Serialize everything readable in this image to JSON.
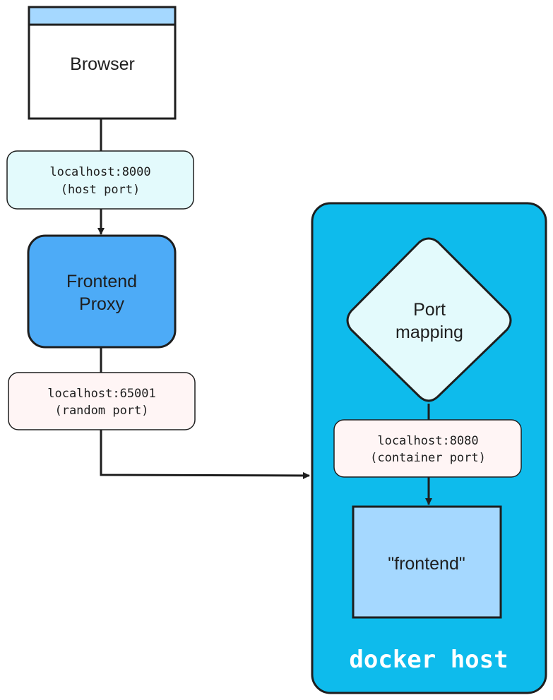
{
  "colors": {
    "stroke": "#1e1e1e",
    "browser_titlebar": "#a5d8ff",
    "frontend_proxy_fill": "#4dabf7",
    "docker_host_fill": "#0ebbec",
    "host_port_label_fill": "#e3fafc",
    "random_port_label_fill": "#fff5f5",
    "port_mapping_fill": "#e3fafc",
    "container_port_label_fill": "#fff5f5",
    "frontend_container_fill": "#a5d8ff"
  },
  "nodes": {
    "browser": {
      "label": "Browser"
    },
    "frontend_proxy": {
      "label_line1": "Frontend",
      "label_line2": "Proxy"
    },
    "port_mapping": {
      "label_line1": "Port",
      "label_line2": "mapping"
    },
    "frontend_container": {
      "label": "\"frontend\""
    },
    "docker_host": {
      "label": "docker host"
    }
  },
  "edge_labels": {
    "host_port": {
      "line1": "localhost:8000",
      "line2": "(host port)"
    },
    "random_port": {
      "line1": "localhost:65001",
      "line2": "(random port)"
    },
    "container_port": {
      "line1": "localhost:8080",
      "line2": "(container port)"
    }
  }
}
